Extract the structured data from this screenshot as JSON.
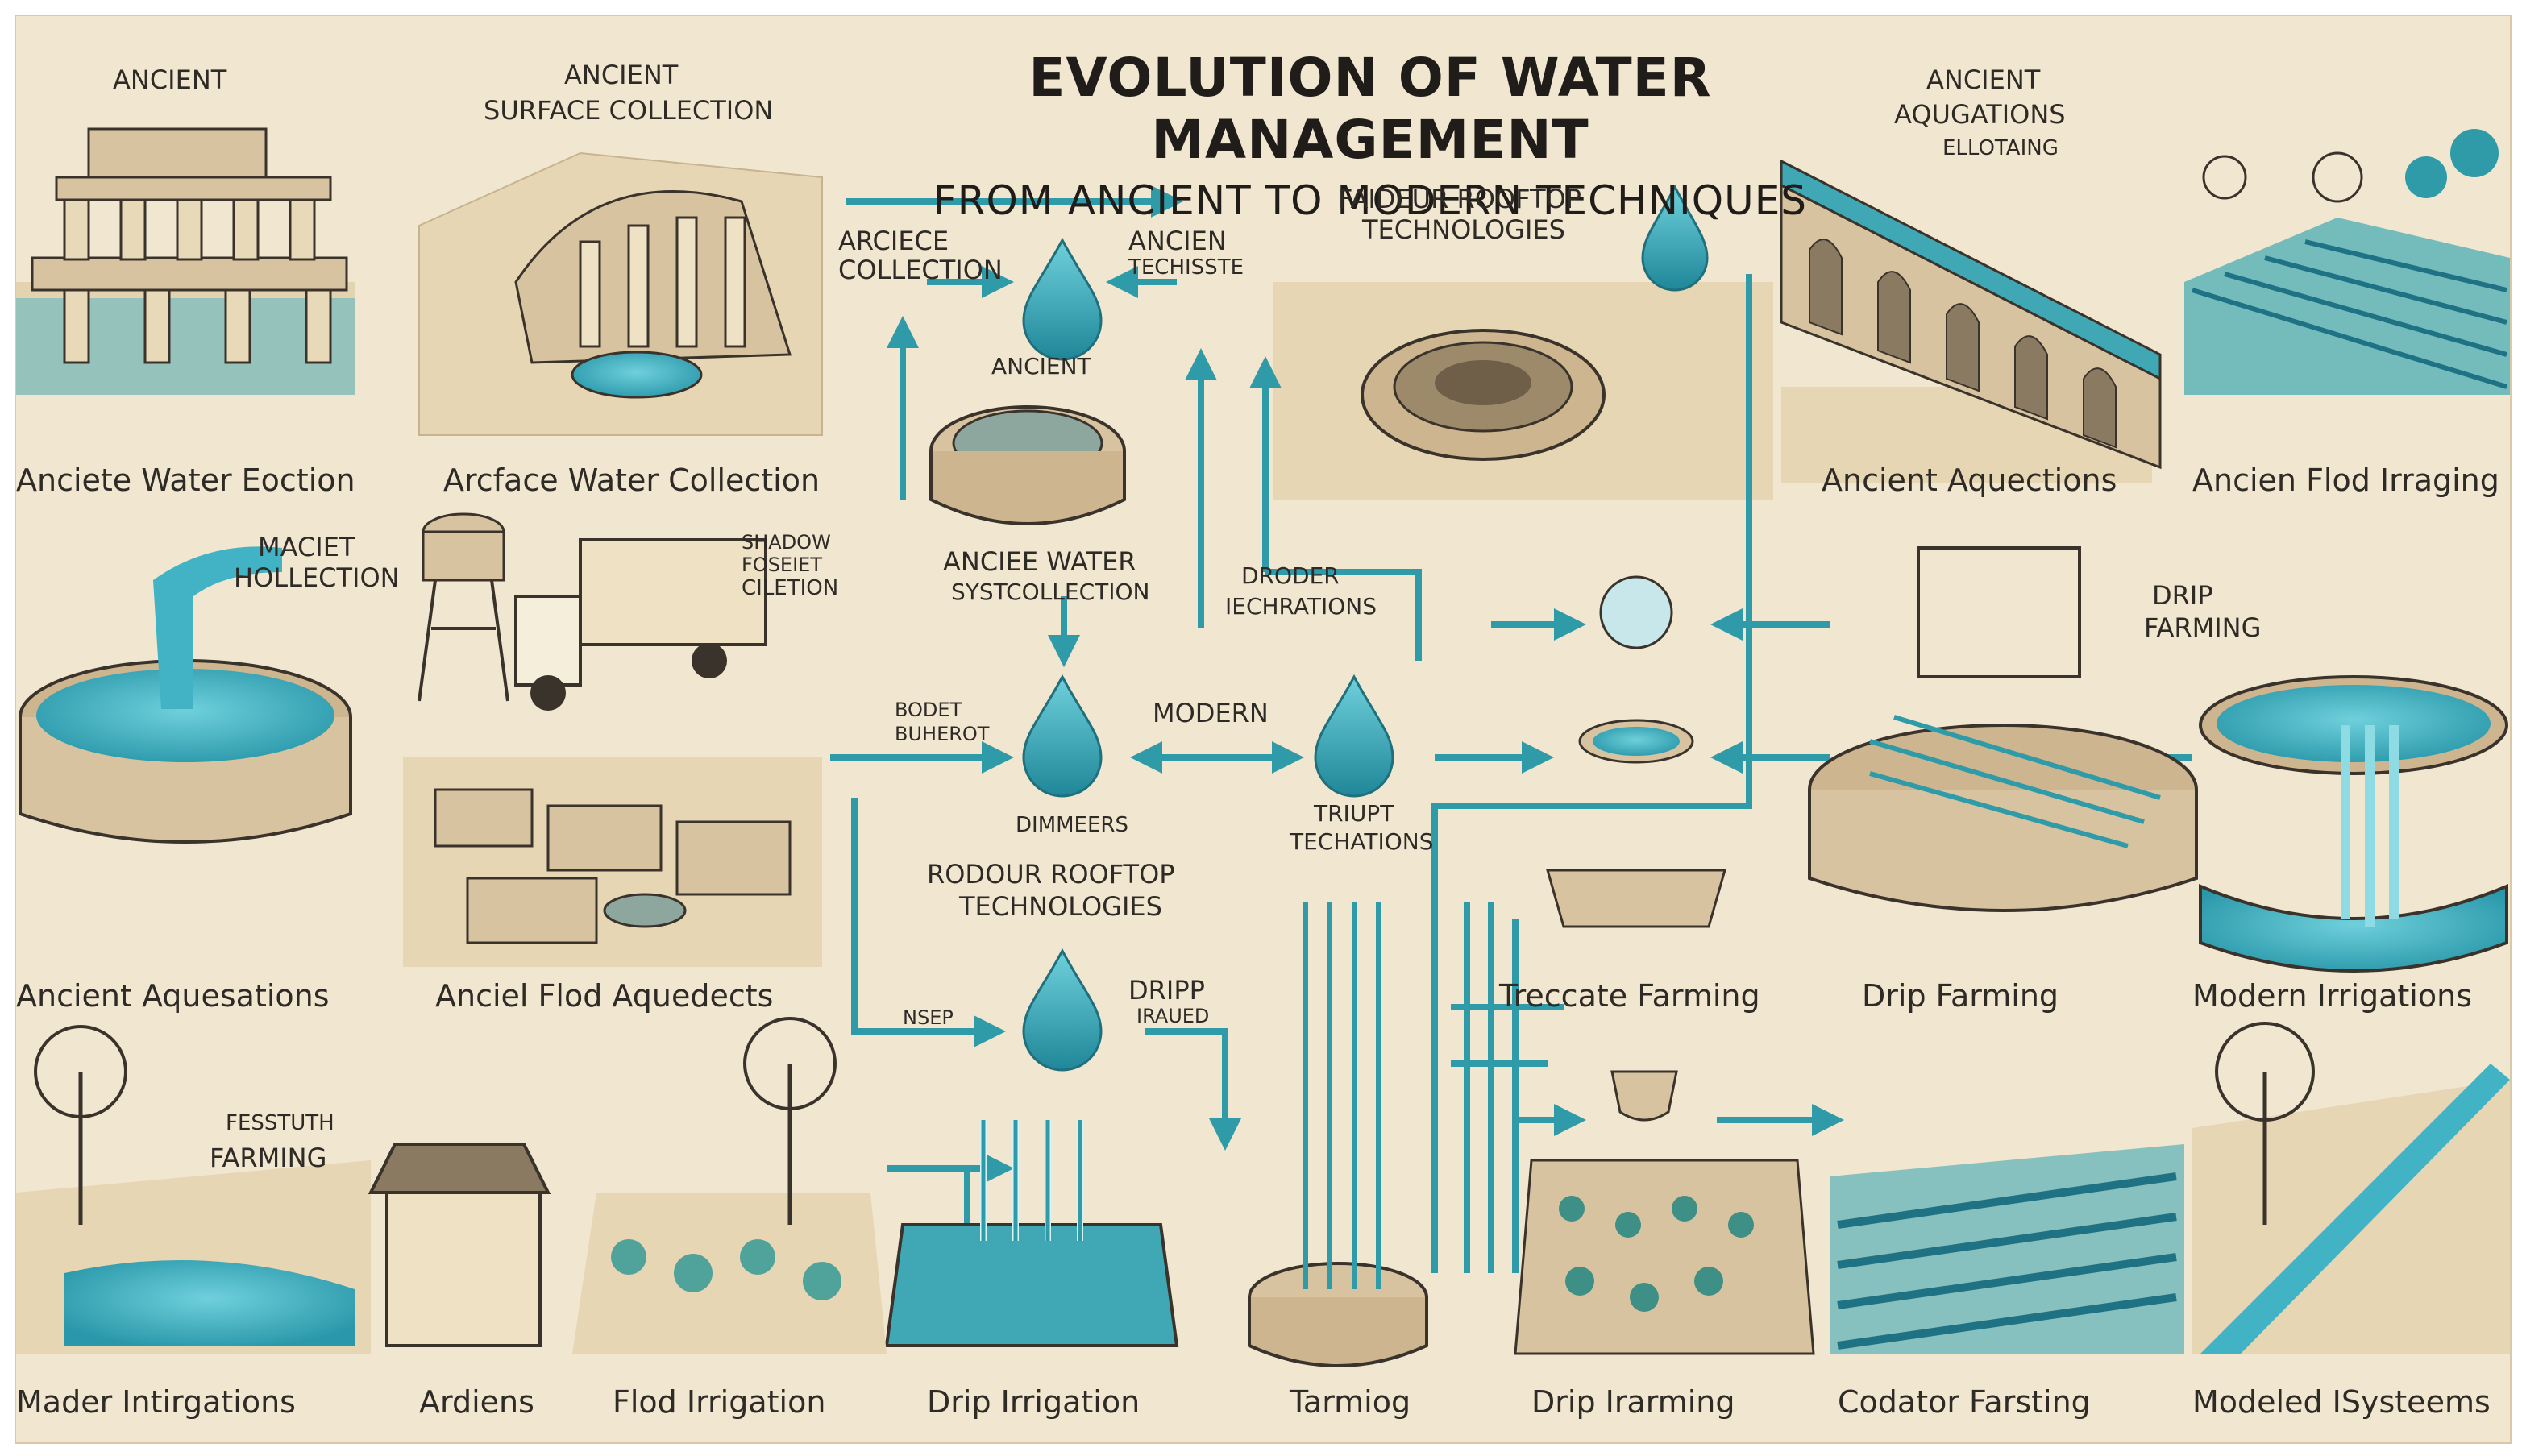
{
  "title": "EVOLUTION OF WATER MANAGEMENT",
  "subtitle": "FROM ANCIENT TO MODERN TECHNIQUES",
  "colors": {
    "teal": "#2f9aa8",
    "water": "#41b3c4",
    "sepia": "#f1e6cf",
    "ink": "#3a332c",
    "stone": "#d8c3a0"
  },
  "labels": {
    "top_ancient_1": "ANCIENT",
    "top_ancient_2": "ANCIENT",
    "top_surface": "SURFACE COLLECTION",
    "top_ancient_3": "ANCIENT",
    "top_aquegations": "AQUGATIONS",
    "top_elevations": "ELLOTAING",
    "arciece_collection_1": "ARCIECE",
    "arciece_collection_2": "COLLECTION",
    "ancien_1": "ANCIEN",
    "ancien_2": "TECHISSTE",
    "faideur_1": "FAIDEUR ROOFTOP",
    "faideur_2": "TECHNOLOGIES",
    "ancient_center": "ANCIENT",
    "ancient_water_1": "ANCIEE WATER",
    "ancient_water_2": "SYSTCOLLECTION",
    "droder_1": "DRODER",
    "droder_2": "IECHRATIONS",
    "maciet_1": "MACIET",
    "maciet_2": "HOLLECTION",
    "truck_1": "SHADOW",
    "truck_2": "FOSEIET",
    "truck_3": "CILETION",
    "drip_farming_r_1": "DRIP",
    "drip_farming_r_2": "FARMING",
    "bonet_1": "BODET",
    "bonet_2": "BUHEROT",
    "modern": "MODERN",
    "dimpers": "DIMMEERS",
    "triupt_1": "TRIUPT",
    "triupt_2": "TECHATIONS",
    "rodour_1": "RODOUR ROOFTOP",
    "rodour_2": "TECHNOLOGIES",
    "dripp_1": "DRIPP",
    "dripp_2": "IRAUED",
    "left_nsep": "NSEP",
    "festet_1": "FESSTUTH",
    "festet_2": "FARMING",
    "cap_r1_1": "Anciete Water Eoction",
    "cap_r1_2": "Arcface Water Collection",
    "cap_r1_3": "Ancient Aquections",
    "cap_r1_4": "Ancien Flod Irraging",
    "cap_r2_1": "Ancient Aquesations",
    "cap_r2_2": "Anciel Flod Aquedects",
    "cap_r2_3": "Treccate Farming",
    "cap_r2_4": "Drip  Farming",
    "cap_r2_5": "Modern Irrigations",
    "cap_r3_1": "Mader Intirgations",
    "cap_r3_2": "Ardiens",
    "cap_r3_3": "Flod Irrigation",
    "cap_r3_4": "Drip Irrigation",
    "cap_r3_5": "Tarmiog",
    "cap_r3_6": "Drip Irarming",
    "cap_r3_7": "Codator Farsting",
    "cap_r3_8": "Modeled ISysteems"
  }
}
